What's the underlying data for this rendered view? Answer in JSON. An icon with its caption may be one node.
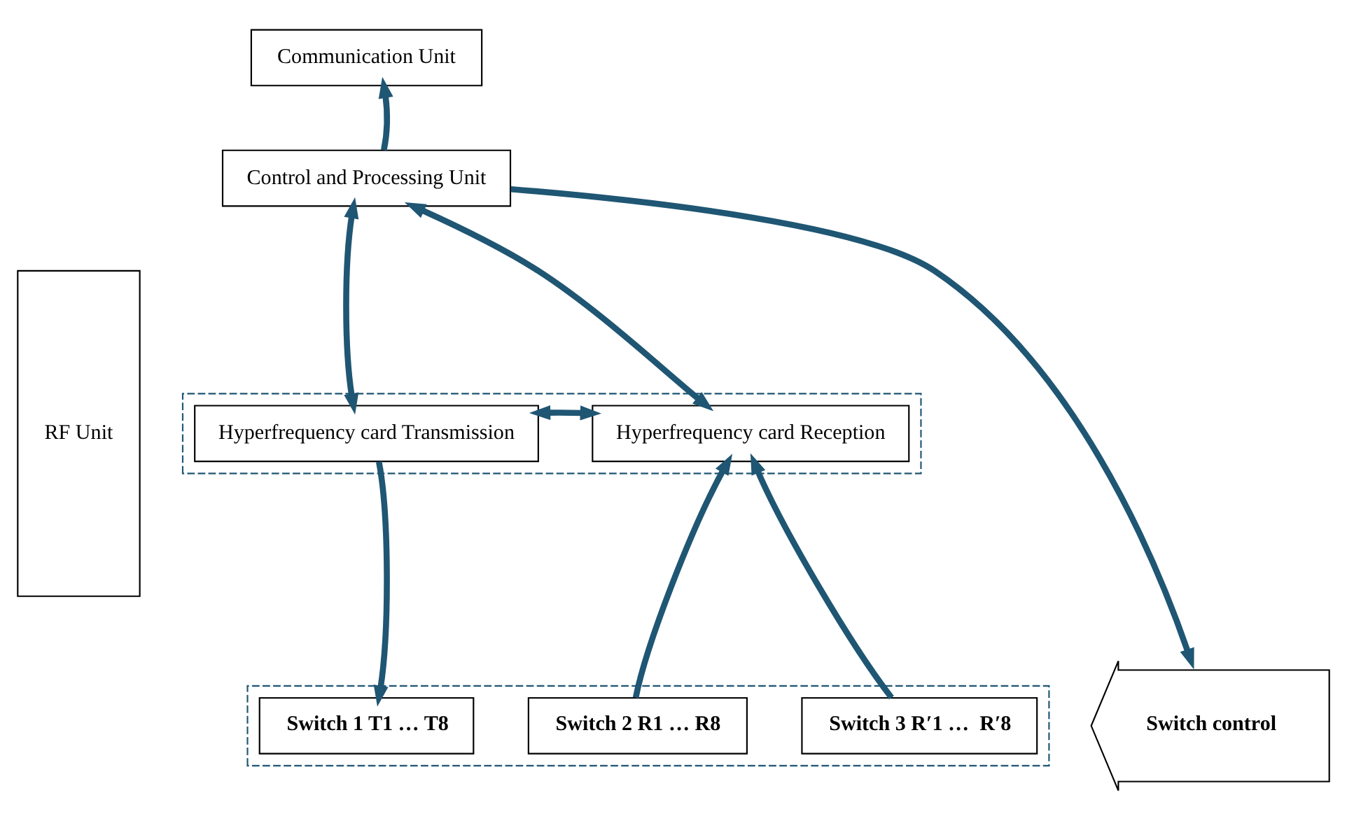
{
  "diagram": {
    "nodes": [
      {
        "text": [
          "Communication Unit"
        ]
      },
      {
        "text": [
          "Control and Processing Unit"
        ]
      },
      {
        "text": [
          "RF Unit"
        ]
      },
      {
        "text": [],
        "shape": "box"
      },
      {
        "text": [
          "Hyperfrequency card Transmission"
        ],
        "in": 3
      },
      {
        "text": [
          "Hyperfrequency card Reception"
        ],
        "in": 3
      },
      {
        "text": [],
        "shape": "box"
      },
      {
        "text": [
          "Switch 1 T1 … T8"
        ],
        "in": 6
      },
      {
        "text": [
          "Switch 2 R1 … R8"
        ],
        "in": 6
      },
      {
        "text": [
          "Switch 3 R′1 …  R′8"
        ],
        "in": 6
      },
      {
        "text": [
          "Switch control"
        ]
      }
    ],
    "edges": [
      {
        "from": 1,
        "to": 0,
        "arrow": "to"
      },
      {
        "from": 4,
        "to": 5,
        "arrow": "both"
      },
      {
        "from": 4,
        "to": 1,
        "arrow": "both"
      },
      {
        "from": 5,
        "to": 1,
        "arrow": "both"
      },
      {
        "from": 1,
        "to": 10,
        "arrow": "to"
      },
      {
        "from": 4,
        "to": 7,
        "arrow": "to"
      },
      {
        "from": 8,
        "to": 5,
        "arrow": "to"
      },
      {
        "from": 9,
        "to": 5,
        "arrow": "to"
      }
    ]
  }
}
